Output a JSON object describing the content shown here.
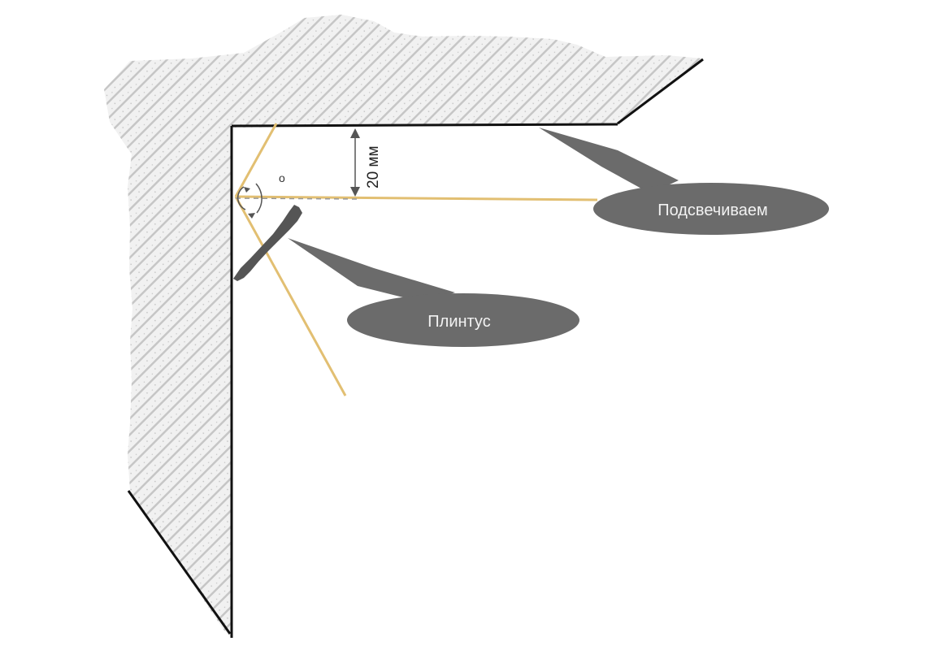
{
  "labels": {
    "highlight": "Подсвечиваем",
    "plinth": "Плинтус",
    "gap": "20 мм",
    "angle_mark": "о"
  },
  "colors": {
    "wall_fill": "#f1f1f1",
    "hatch": "#c8c8c8",
    "edge": "#111111",
    "light_ray": "#e2bf72",
    "callout": "#6b6b6b",
    "callout_text": "#f2f2f2",
    "plinth": "#555555"
  }
}
